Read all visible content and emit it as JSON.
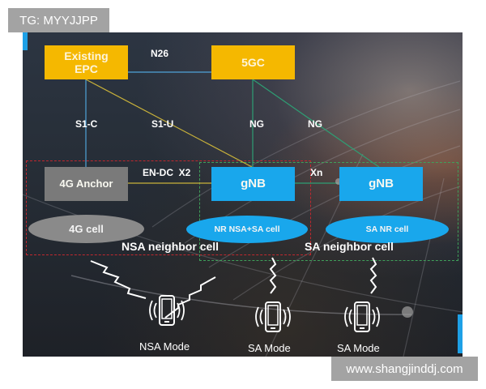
{
  "watermarks": {
    "top_left": "TG: MYYJJPP",
    "bottom_right": "www.shangjinddj.com"
  },
  "nodes": {
    "existing_epc": "Existing\nEPC",
    "core_5g": "5GC",
    "anchor_4g": "4G Anchor",
    "gnb_nsa": "gNB",
    "gnb_sa": "gNB"
  },
  "cells": {
    "cell_4g": "4G cell",
    "nr_nsa_sa_cell": "NR NSA+SA cell",
    "sa_nr_cell": "SA NR cell"
  },
  "interfaces": {
    "n26": "N26",
    "s1c": "S1-C",
    "s1u": "S1-U",
    "ng_1": "NG",
    "ng_2": "NG",
    "endc_x2": "EN-DC  X2",
    "xn": "Xn"
  },
  "regions": {
    "nsa_neighbor": "NSA neighbor cell",
    "sa_neighbor": "SA neighbor cell"
  },
  "devices": [
    {
      "label": "NSA Mode",
      "icon": "phone-vibrate-icon"
    },
    {
      "label": "SA Mode",
      "icon": "phone-vibrate-icon"
    },
    {
      "label": "SA Mode",
      "icon": "phone-vibrate-icon"
    }
  ],
  "colors": {
    "core_box": "#f5b800",
    "gnb_box": "#19a7ec",
    "anchor_box": "#7a7a7a",
    "s1c_line": "#4fa3d9",
    "s1u_line": "#c9b23a",
    "ng_line": "#2e9e74",
    "nsa_region_border": "#c0282e",
    "sa_region_border": "#3fa05a"
  }
}
